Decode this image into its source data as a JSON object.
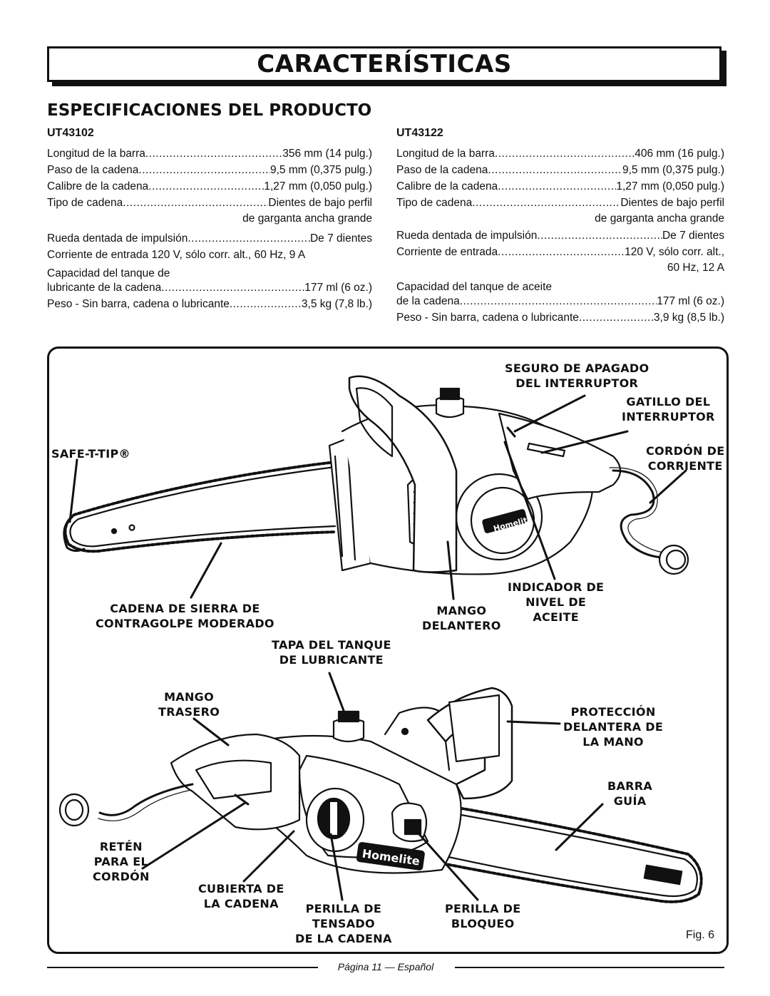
{
  "header": {
    "title": "CARACTERÍSTICAS"
  },
  "section": {
    "title": "ESPECIFICACIONES DEL PRODUCTO"
  },
  "left": {
    "model": "UT43102",
    "bar_length": {
      "label": "Longitud de la barra",
      "value": "356 mm (14 pulg.)"
    },
    "chain_pitch": {
      "label": "Paso de la cadena",
      "value": "9,5 mm (0,375 pulg.)"
    },
    "chain_gauge": {
      "label": "Calibre de la cadena",
      "value": "1,27 mm (0,050 pulg.)"
    },
    "chain_type": {
      "label": "Tipo de cadena",
      "value": "Dientes de bajo perfil",
      "cont": "de garganta ancha grande"
    },
    "sprocket": {
      "label": "Rueda dentada de impulsión",
      "value": "De 7 dientes"
    },
    "input": {
      "text": "Corriente de entrada  120 V, sólo corr. alt., 60 Hz, 9 A"
    },
    "tank": {
      "line1": "Capacidad del tanque de",
      "label": "lubricante de la cadena",
      "value": "177 ml (6 oz.)"
    },
    "weight": {
      "label": "Peso - Sin barra, cadena o lubricante",
      "value": "3,5 kg (7,8 lb.)"
    }
  },
  "right": {
    "model": "UT43122",
    "bar_length": {
      "label": "Longitud de la barra",
      "value": "406 mm (16 pulg.)"
    },
    "chain_pitch": {
      "label": "Paso de la cadena",
      "value": "9,5 mm (0,375 pulg.)"
    },
    "chain_gauge": {
      "label": "Calibre de la cadena",
      "value": "1,27 mm (0,050 pulg.)"
    },
    "chain_type": {
      "label": "Tipo de cadena",
      "value": "Dientes de bajo perfil",
      "cont": "de garganta ancha grande"
    },
    "sprocket": {
      "label": "Rueda dentada de impulsión",
      "value": "De 7 dientes"
    },
    "input": {
      "label": "Corriente de entrada",
      "value": "120 V, sólo corr. alt.,",
      "cont": "60 Hz, 12 A"
    },
    "tank": {
      "line1": "Capacidad del tanque de aceite",
      "label": "de la cadena",
      "value": "177 ml (6 oz.)"
    },
    "weight": {
      "label": "Peso - Sin barra, cadena o lubricante",
      "value": "3,9 kg (8,5 lb.)"
    }
  },
  "figure": {
    "labels": {
      "lockout_1": "SEGURO DE APAGADO",
      "lockout_2": "DEL INTERRUPTOR",
      "trigger_1": "GATILLO DEL",
      "trigger_2": "INTERRUPTOR",
      "safe_t_tip": "SAFE-T-TIP®",
      "cord_1": "CORDÓN DE",
      "cord_2": "CORRIENTE",
      "chain_1": "CADENA DE SIERRA DE",
      "chain_2": "CONTRAGOLPE MODERADO",
      "front_handle_1": "MANGO",
      "front_handle_2": "DELANTERO",
      "oil_level_1": "INDICADOR DE",
      "oil_level_2": "NIVEL DE",
      "oil_level_3": "ACEITE",
      "oil_cap_1": "TAPA DEL TANQUE",
      "oil_cap_2": "DE LUBRICANTE",
      "rear_handle_1": "MANGO",
      "rear_handle_2": "TRASERO",
      "hand_guard_1": "PROTECCIÓN",
      "hand_guard_2": "DELANTERA DE",
      "hand_guard_3": "LA MANO",
      "bar_1": "BARRA",
      "bar_2": "GUÍA",
      "cord_ret_1": "RETÉN",
      "cord_ret_2": "PARA EL",
      "cord_ret_3": "CORDÓN",
      "chain_cover_1": "CUBIERTA DE",
      "chain_cover_2": "LA CADENA",
      "tension_1": "PERILLA DE",
      "tension_2": "TENSADO",
      "tension_3": "DE LA CADENA",
      "lock_knob_1": "PERILLA DE",
      "lock_knob_2": "BLOQUEO",
      "brand": "Homelite"
    },
    "caption": "Fig. 6"
  },
  "footer": {
    "text": "Página 11  — Español"
  }
}
